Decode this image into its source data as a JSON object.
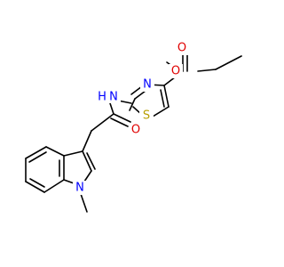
{
  "atoms": {
    "carbonyl_o_ester": "O",
    "ether_o_ester": "O",
    "thiazole_n": "N",
    "thiazole_s": "S",
    "amide_n": "N",
    "amide_h": "H",
    "amide_o": "O",
    "indole_n": "N"
  },
  "colors": {
    "bond": "#000000",
    "oxygen": "#e00000",
    "nitrogen": "#0000ff",
    "sulfur": "#b8a000",
    "background": "#ffffff"
  }
}
